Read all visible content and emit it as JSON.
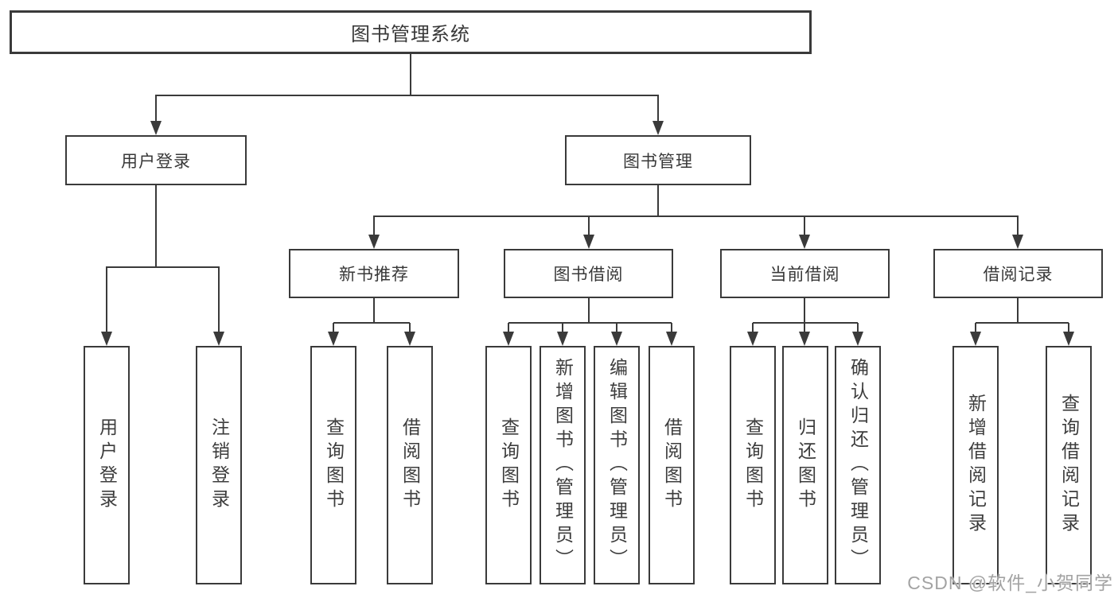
{
  "title": "图书管理系统",
  "level2": [
    {
      "label": "用户登录"
    },
    {
      "label": "图书管理"
    }
  ],
  "level3": [
    {
      "label": "新书推荐",
      "parent": "图书管理"
    },
    {
      "label": "图书借阅",
      "parent": "图书管理"
    },
    {
      "label": "当前借阅",
      "parent": "图书管理"
    },
    {
      "label": "借阅记录",
      "parent": "图书管理"
    }
  ],
  "leaves": [
    {
      "label": "用户登录",
      "parent": "用户登录"
    },
    {
      "label": "注销登录",
      "parent": "用户登录"
    },
    {
      "label": "查询图书",
      "parent": "新书推荐"
    },
    {
      "label": "借阅图书",
      "parent": "新书推荐"
    },
    {
      "label": "查询图书",
      "parent": "图书借阅"
    },
    {
      "label": "新增图书（管理员）",
      "parent": "图书借阅"
    },
    {
      "label": "编辑图书（管理员）",
      "parent": "图书借阅"
    },
    {
      "label": "借阅图书",
      "parent": "图书借阅"
    },
    {
      "label": "查询图书",
      "parent": "当前借阅"
    },
    {
      "label": "归还图书",
      "parent": "当前借阅"
    },
    {
      "label": "确认归还（管理员）",
      "parent": "当前借阅"
    },
    {
      "label": "新增借阅记录",
      "parent": "借阅记录"
    },
    {
      "label": "查询借阅记录",
      "parent": "借阅记录"
    }
  ],
  "watermark": "CSDN @软件_小贺同学",
  "colors": {
    "line": "#3a3a3a",
    "text": "#3d3d3d",
    "box_background": "#ffffff",
    "page_background": "#ffffff",
    "watermark": "#a3a3a3"
  }
}
